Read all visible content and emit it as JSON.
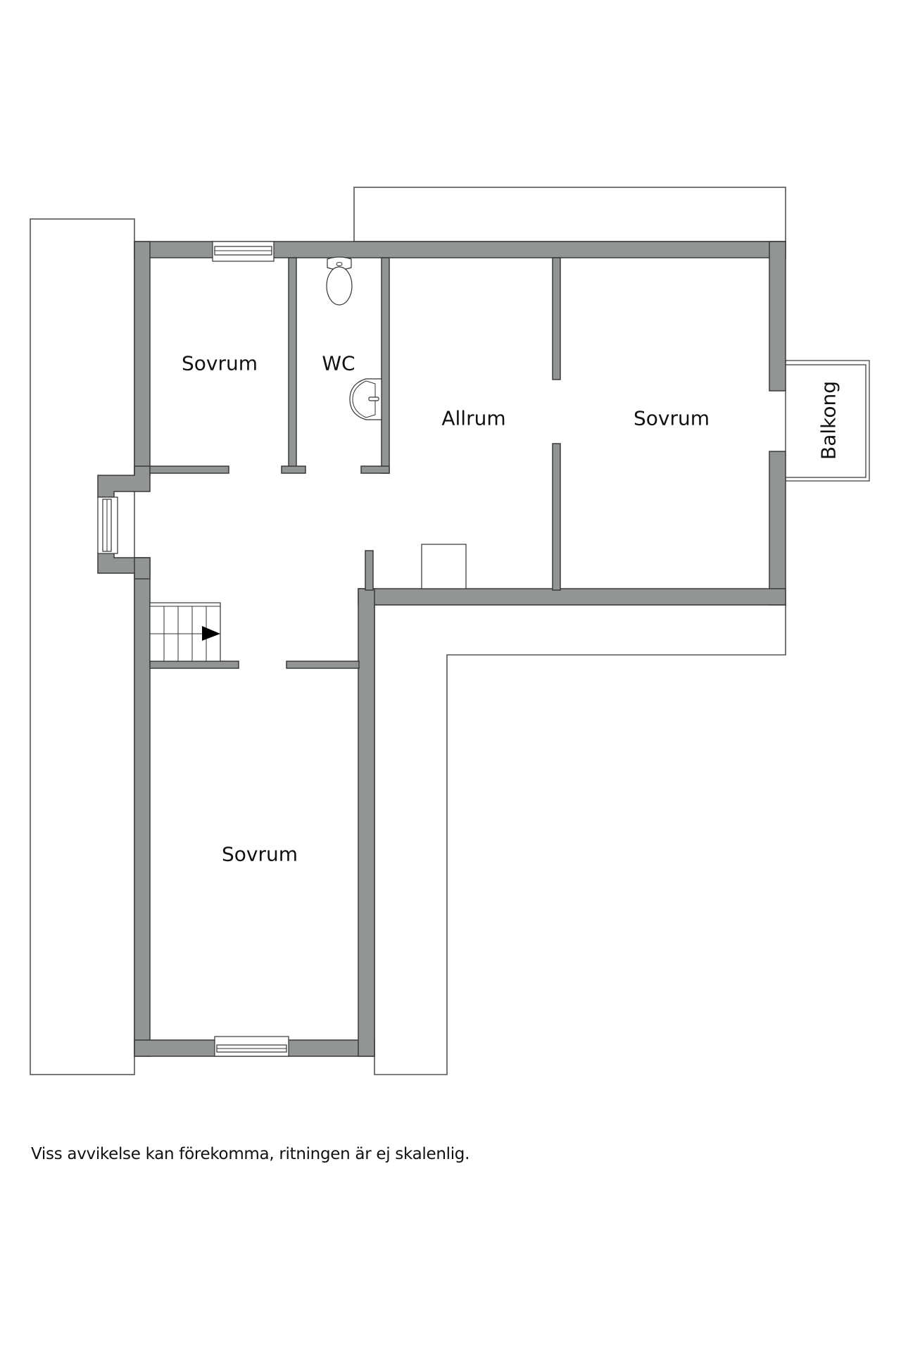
{
  "floorplan": {
    "wall_color": "#929596",
    "rooms": [
      {
        "id": "sovrum-top-left",
        "label": "Sovrum"
      },
      {
        "id": "wc",
        "label": "WC"
      },
      {
        "id": "allrum",
        "label": "Allrum"
      },
      {
        "id": "sovrum-right",
        "label": "Sovrum"
      },
      {
        "id": "sovrum-bottom",
        "label": "Sovrum"
      },
      {
        "id": "balkong",
        "label": "Balkong"
      }
    ],
    "fixtures": [
      "toilet-icon",
      "sink-icon",
      "stairs-icon",
      "window-icon"
    ]
  },
  "footer": {
    "disclaimer": "Viss avvikelse kan förekomma, ritningen är ej skalenlig."
  }
}
